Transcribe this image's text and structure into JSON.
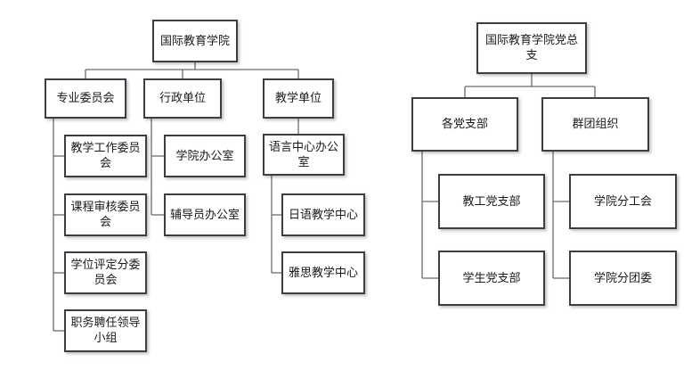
{
  "left_chart": {
    "root": "国际教育学院",
    "branches": [
      {
        "label": "专业委员会",
        "children": [
          "教学工作委员会",
          "课程审核委员会",
          "学位评定分委员会",
          "职务聘任领导小组"
        ]
      },
      {
        "label": "行政单位",
        "children": [
          "学院办公室",
          "辅导员办公室"
        ]
      },
      {
        "label": "教学单位",
        "children": [
          {
            "label": "语言中心办公室",
            "children": [
              "日语教学中心",
              "雅思教学中心"
            ]
          }
        ]
      }
    ]
  },
  "right_chart": {
    "root": "国际教育学院党总支",
    "branches": [
      {
        "label": "各党支部",
        "children": [
          "教工党支部",
          "学生党支部"
        ]
      },
      {
        "label": "群团组织",
        "children": [
          "学院分工会",
          "学院分团委"
        ]
      }
    ]
  },
  "colors": {
    "border": "#3b3f44",
    "connector": "#6b6b6b",
    "background": "#ffffff"
  }
}
